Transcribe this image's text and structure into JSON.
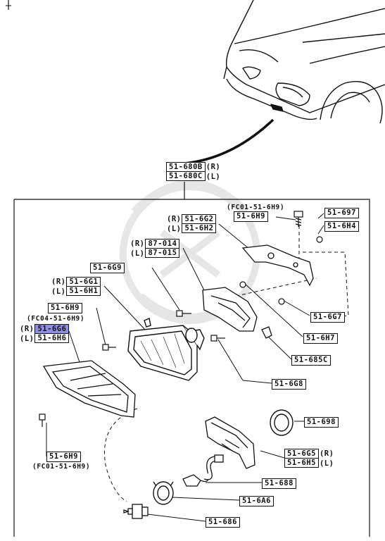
{
  "diagram": {
    "top_pair": {
      "codes": [
        "51-680B",
        "51-680C"
      ],
      "sides": [
        "(R)",
        "(L)"
      ]
    },
    "callouts": {
      "fc01_top": "(FC01-51-6H9)",
      "c_6h9_top": "51-6H9",
      "c_697": "51-697",
      "c_6h4": "51-6H4",
      "pair_6g2": {
        "sides": [
          "(R)",
          "(L)"
        ],
        "codes": [
          "51-6G2",
          "51-6H2"
        ]
      },
      "pair_87": {
        "sides": [
          "(R)",
          "(L)"
        ],
        "codes": [
          "87-014",
          "87-015"
        ]
      },
      "c_6g9": "51-6G9",
      "pair_6g1": {
        "sides": [
          "(R)",
          "(L)"
        ],
        "codes": [
          "51-6G1",
          "51-6H1"
        ]
      },
      "c_6h9_mid": "51-6H9",
      "fc04": "(FC04-51-6H9)",
      "pair_6g6": {
        "sides": [
          "(R)",
          "(L)"
        ],
        "codes": [
          "51-6G6",
          "51-6H6"
        ]
      },
      "c_6g7": "51-6G7",
      "c_6h7": "51-6H7",
      "c_685c": "51-685C",
      "c_6g8": "51-6G8",
      "c_698": "51-698",
      "pair_6g5": {
        "codes": [
          "51-6G5",
          "51-6H5"
        ],
        "sides": [
          "(R)",
          "(L)"
        ]
      },
      "c_688": "51-688",
      "c_6a6": "51-6A6",
      "c_686": "51-686",
      "c_6h9_bot": "51-6H9",
      "fc01_bot": "(FC01-51-6H9)"
    }
  },
  "colors": {
    "line": "#111111",
    "highlight": "#8f8fe0",
    "watermark": "#e6e6e6"
  }
}
